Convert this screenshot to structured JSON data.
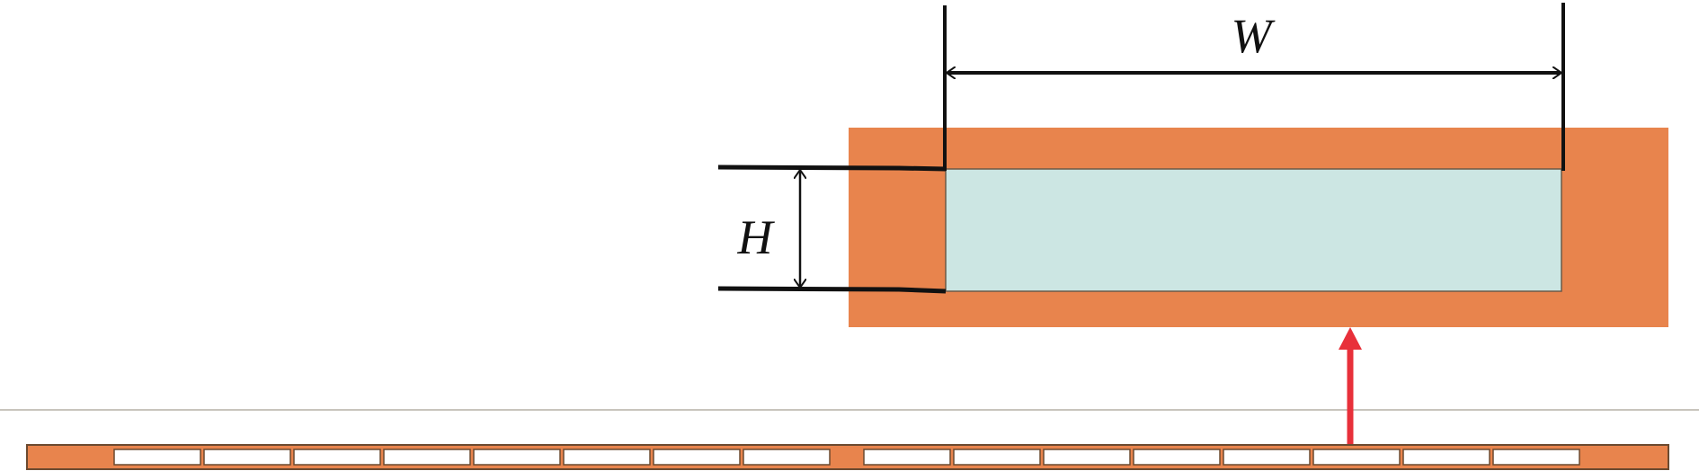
{
  "labels": {
    "width": "W",
    "height": "H"
  },
  "strip": {
    "slot_groups": [
      8,
      8
    ]
  },
  "colors": {
    "copper": "#e8844d",
    "channel": "#cce6e3",
    "arrow": "#e8303a",
    "dimension": "#111111",
    "ground_line": "#c8c4bc"
  }
}
